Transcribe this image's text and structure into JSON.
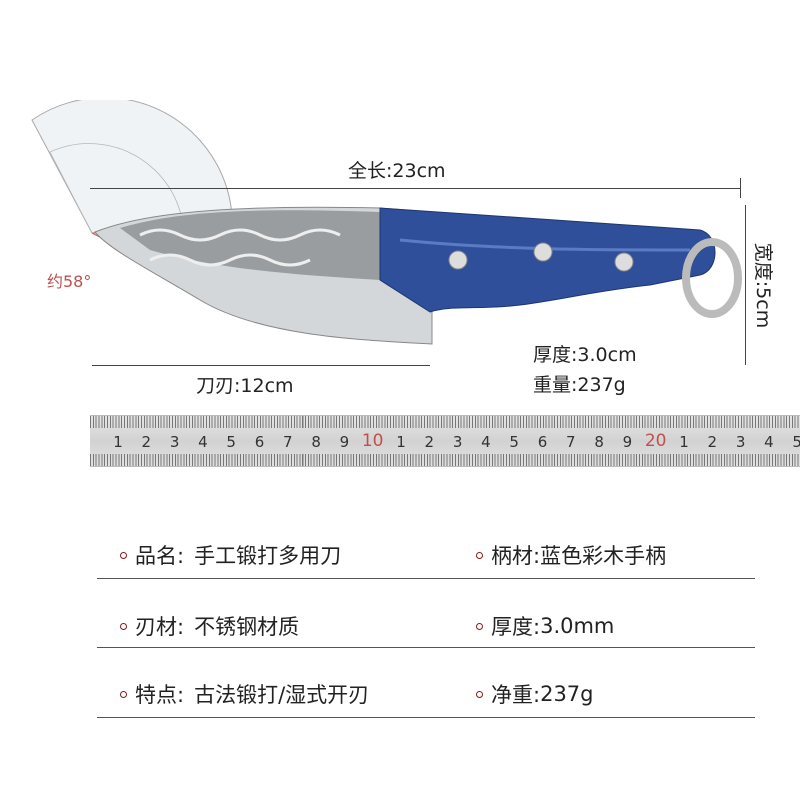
{
  "dimensions": {
    "total_length": "全长:23cm",
    "width": "宽度:5cm",
    "angle": "约58°",
    "blade_length": "刀刃:12cm",
    "thickness": "厚度:3.0cm",
    "weight": "重量:237g"
  },
  "ruler": {
    "labels": [
      "1",
      "2",
      "3",
      "4",
      "5",
      "6",
      "7",
      "8",
      "9",
      "10",
      "1",
      "2",
      "3",
      "4",
      "5",
      "6",
      "7",
      "8",
      "9",
      "20",
      "1",
      "2",
      "3",
      "4",
      "5"
    ],
    "highlight_color": "#c0504d"
  },
  "specs": [
    {
      "label": "品名:",
      "value": "手工锻打多用刀"
    },
    {
      "label": "柄材:",
      "value": "蓝色彩木手柄"
    },
    {
      "label": "刃材:",
      "value": "不锈钢材质"
    },
    {
      "label": "厚度:",
      "value": "3.0mm"
    },
    {
      "label": "特点:",
      "value": "古法锻打/湿式开刃"
    },
    {
      "label": "净重:",
      "value": "237g"
    }
  ],
  "colors": {
    "handle": "#2f4f9a",
    "accent": "#8b1a1a"
  }
}
